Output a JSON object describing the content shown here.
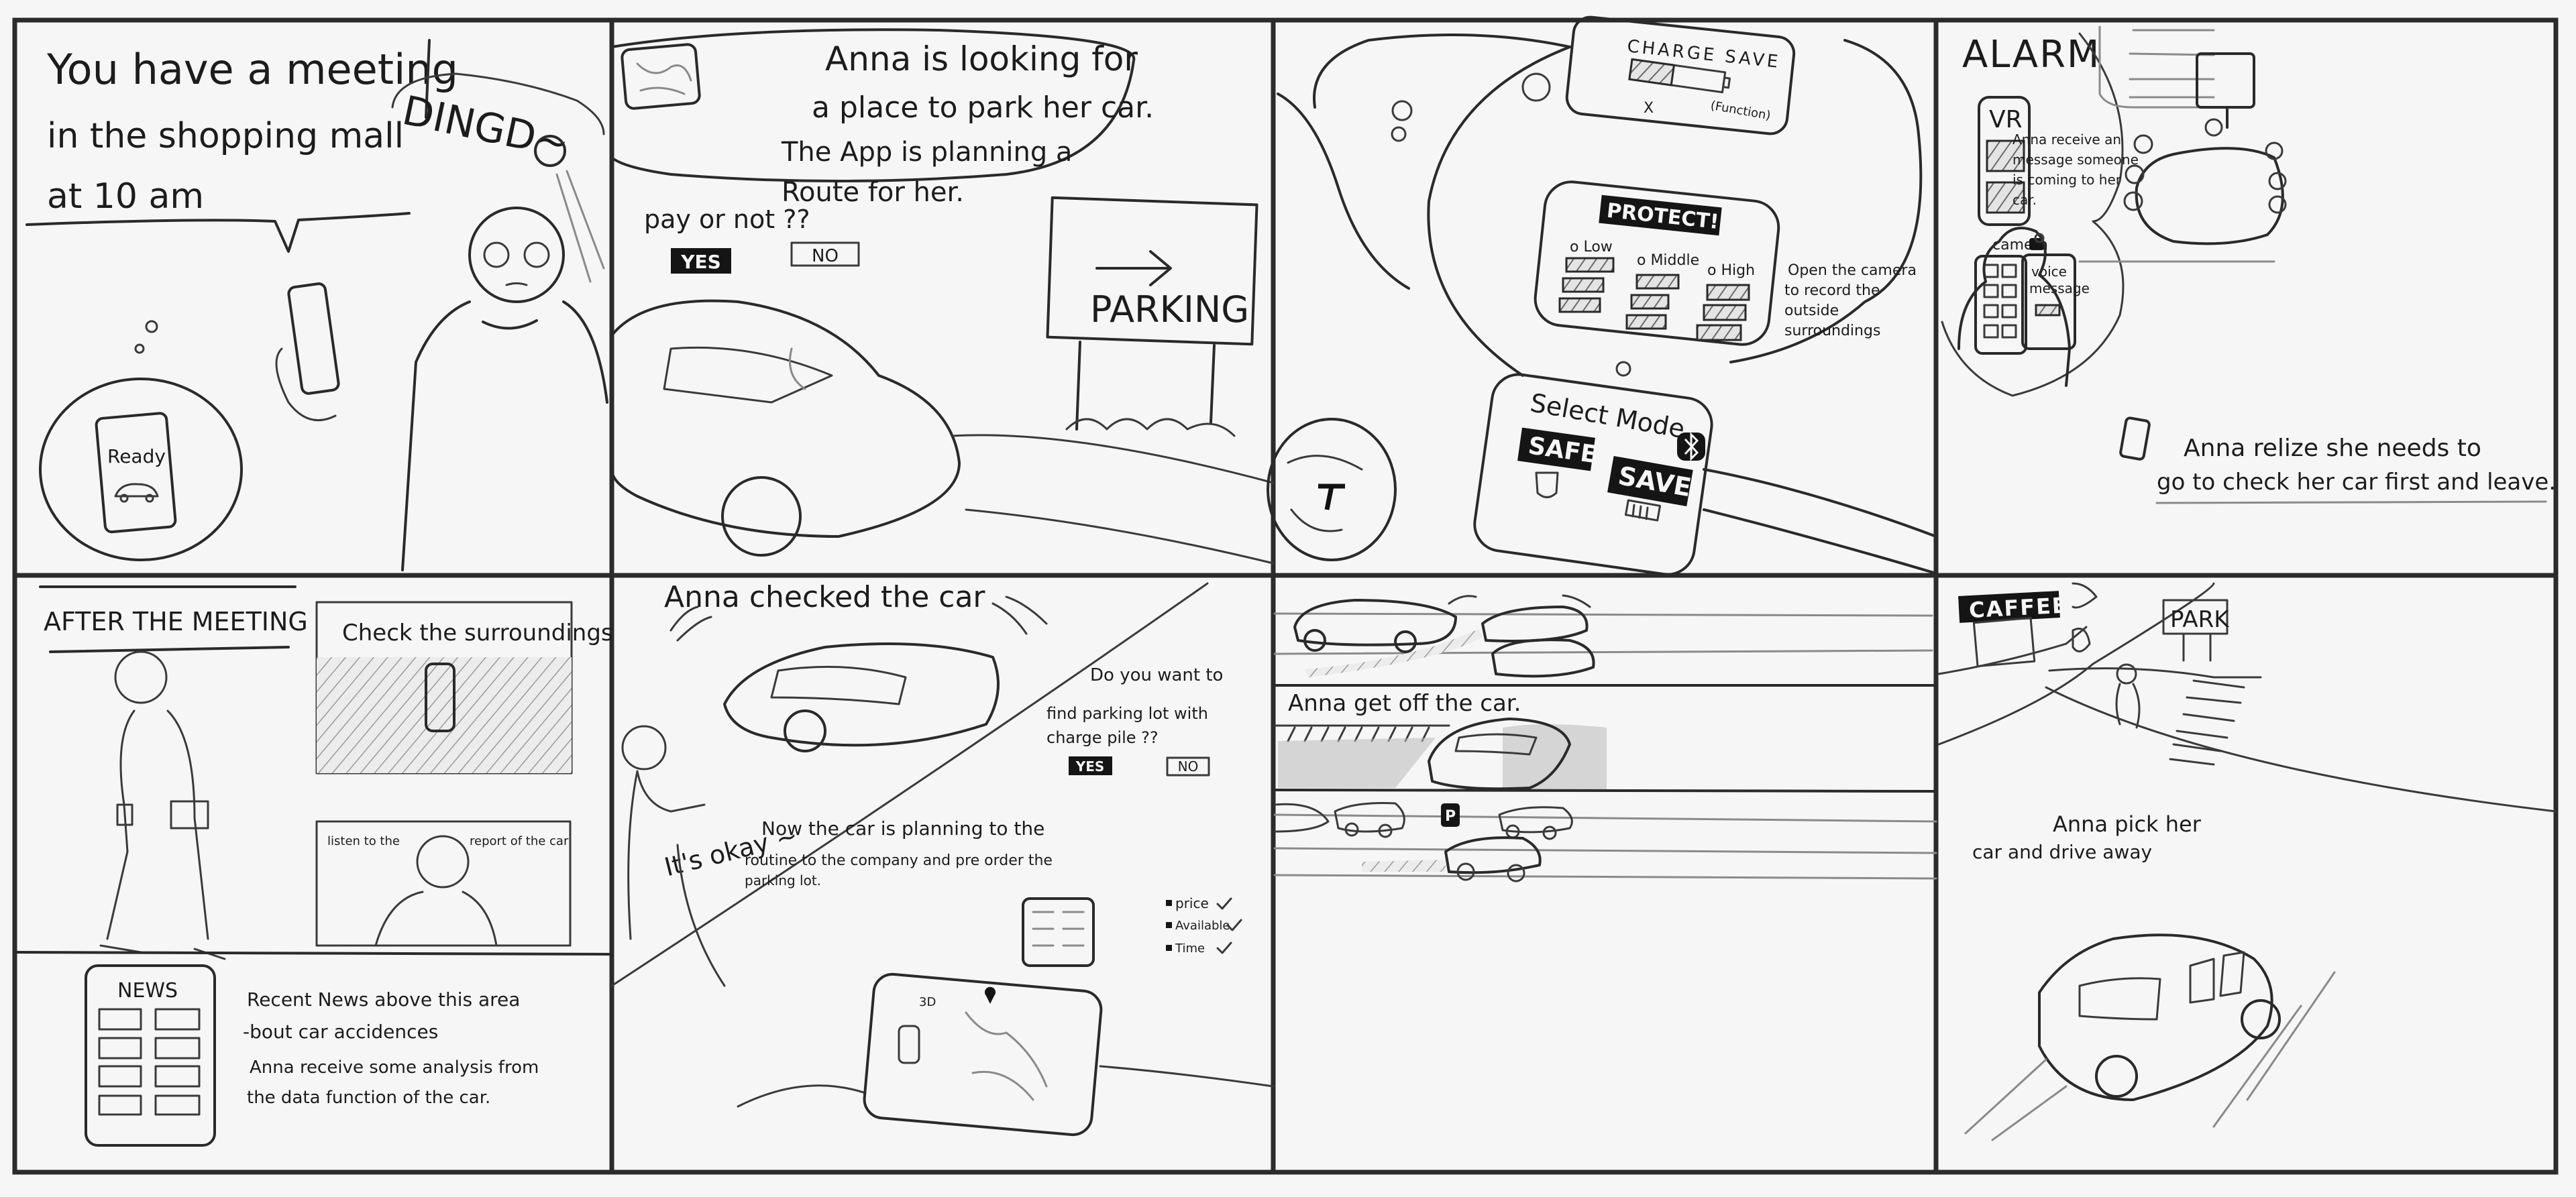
{
  "storyboard": {
    "panels": [
      {
        "id": "panel-1",
        "caption_lines": [
          "You have a meeting",
          "in the shopping mall",
          "at 10 am"
        ],
        "sound_effect": "DINGD~",
        "phone_screen": {
          "status": "Ready",
          "icon": "car-icon"
        }
      },
      {
        "id": "panel-2",
        "narration_lines": [
          "Anna is looking for",
          "a place to park her car.",
          "The App is planning a",
          "Route for her."
        ],
        "prompt": "pay or not ??",
        "yes_label": "YES",
        "no_label": "NO",
        "sign_label": "PARKING",
        "sign_icon": "arrow-right-icon"
      },
      {
        "id": "panel-3",
        "charge_screen": {
          "title": "CHARGE SAVE",
          "battery_fill_fraction": 0.45,
          "note": "(Function)",
          "cancel_mark": "X"
        },
        "protect_screen": {
          "title": "PROTECT!!",
          "levels": [
            "o Low",
            "o Middle",
            "o High"
          ]
        },
        "camera_note_lines": [
          "Open the camera",
          "to record the",
          "outside",
          "surroundings"
        ],
        "mode_screen": {
          "title": "Select Mode",
          "modes": [
            "SAFE",
            "SAVE"
          ],
          "bluetooth_icon": "bluetooth-icon"
        }
      },
      {
        "id": "panel-4",
        "title": "ALARM",
        "vr_label": "VR",
        "message_lines": [
          "Anna receive an",
          "message someone",
          "is coming to her",
          "car."
        ],
        "camera_label": "camera",
        "voice_label_lines": [
          "voice",
          "message"
        ],
        "caption_lines": [
          "Anna relize she needs to",
          "go to check her car first and leave."
        ]
      },
      {
        "id": "panel-5",
        "title": "AFTER THE MEETING",
        "check_label": "Check the surroundings",
        "listen_label_left": "listen to the",
        "listen_label_right": "report of the car",
        "news_label": "NEWS",
        "body_lines": [
          "Recent News above this area",
          "-bout car accidences",
          "Anna receive some analysis from",
          "the data function of the car."
        ]
      },
      {
        "id": "panel-6",
        "title": "Anna checked the car",
        "speech": "It's okay ~",
        "question_lines": [
          "Do you want to",
          "find parking lot with",
          "charge pile ??"
        ],
        "yes_label": "YES",
        "no_label": "NO",
        "plan_lines": [
          "Now the car is planning to the",
          "routine to the company and pre order the",
          "parking lot."
        ],
        "criteria": [
          "price",
          "Available",
          "Time"
        ],
        "map_mode": "3D"
      },
      {
        "id": "panel-7",
        "caption": "Anna get off the car.",
        "parking_badge": "P"
      },
      {
        "id": "panel-8",
        "shop_sign": "CAFFEE",
        "park_sign": "PARK",
        "caption_lines": [
          "Anna pick her",
          "car and drive away"
        ]
      }
    ]
  }
}
